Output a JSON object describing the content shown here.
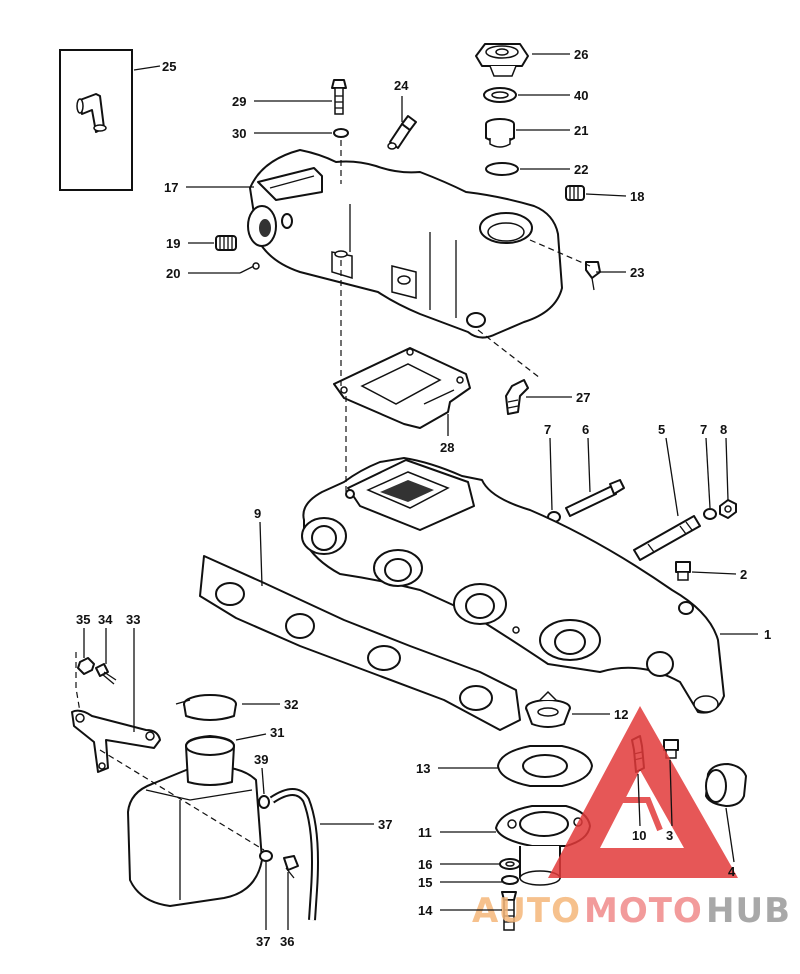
{
  "diagram": {
    "callouts": [
      {
        "id": "c1",
        "label": "1"
      },
      {
        "id": "c2",
        "label": "2"
      },
      {
        "id": "c3",
        "label": "3"
      },
      {
        "id": "c4",
        "label": "4"
      },
      {
        "id": "c5",
        "label": "5"
      },
      {
        "id": "c6",
        "label": "6"
      },
      {
        "id": "c7a",
        "label": "7"
      },
      {
        "id": "c7b",
        "label": "7"
      },
      {
        "id": "c8",
        "label": "8"
      },
      {
        "id": "c9",
        "label": "9"
      },
      {
        "id": "c10",
        "label": "10"
      },
      {
        "id": "c11",
        "label": "11"
      },
      {
        "id": "c12",
        "label": "12"
      },
      {
        "id": "c13",
        "label": "13"
      },
      {
        "id": "c14",
        "label": "14"
      },
      {
        "id": "c15",
        "label": "15"
      },
      {
        "id": "c16",
        "label": "16"
      },
      {
        "id": "c17",
        "label": "17"
      },
      {
        "id": "c18",
        "label": "18"
      },
      {
        "id": "c19",
        "label": "19"
      },
      {
        "id": "c20",
        "label": "20"
      },
      {
        "id": "c21",
        "label": "21"
      },
      {
        "id": "c22",
        "label": "22"
      },
      {
        "id": "c23",
        "label": "23"
      },
      {
        "id": "c24",
        "label": "24"
      },
      {
        "id": "c25",
        "label": "25"
      },
      {
        "id": "c26",
        "label": "26"
      },
      {
        "id": "c27",
        "label": "27"
      },
      {
        "id": "c28",
        "label": "28"
      },
      {
        "id": "c29",
        "label": "29"
      },
      {
        "id": "c30",
        "label": "30"
      },
      {
        "id": "c31",
        "label": "31"
      },
      {
        "id": "c32",
        "label": "32"
      },
      {
        "id": "c33",
        "label": "33"
      },
      {
        "id": "c34",
        "label": "34"
      },
      {
        "id": "c35",
        "label": "35"
      },
      {
        "id": "c36",
        "label": "36"
      },
      {
        "id": "c37a",
        "label": "37"
      },
      {
        "id": "c37b",
        "label": "37"
      },
      {
        "id": "c39",
        "label": "39"
      },
      {
        "id": "c40",
        "label": "40"
      }
    ]
  },
  "watermark": {
    "part1": "AUTO",
    "part2": "MOTO",
    "part3": "HUB",
    "color_auto": "#f5b77a",
    "color_moto": "#f08a8a",
    "color_hub": "#9a9a9a",
    "triangle_color": "#e23a3a"
  }
}
